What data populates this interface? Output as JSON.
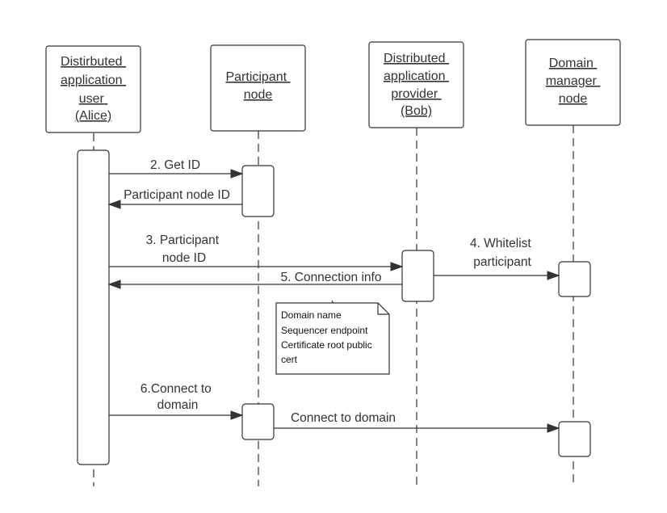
{
  "participants": [
    {
      "id": "alice",
      "lines": [
        "Distirbuted",
        "application",
        "user",
        "(Alice)"
      ]
    },
    {
      "id": "participant_node",
      "lines": [
        "Participant",
        "node"
      ]
    },
    {
      "id": "bob",
      "lines": [
        "Distributed",
        "application",
        "provider",
        "(Bob)"
      ]
    },
    {
      "id": "domain_manager",
      "lines": [
        "Domain",
        "manager",
        "node"
      ]
    }
  ],
  "messages": [
    {
      "id": "get_id",
      "from": "alice",
      "to": "participant_node",
      "lines": [
        "2. Get ID"
      ]
    },
    {
      "id": "participant_node_id_reply",
      "from": "participant_node",
      "to": "alice",
      "lines": [
        "Participant node ID"
      ]
    },
    {
      "id": "send_participant_node_id",
      "from": "alice",
      "to": "bob",
      "lines": [
        "3. Participant",
        "node ID"
      ]
    },
    {
      "id": "whitelist_participant",
      "from": "bob",
      "to": "domain_manager",
      "lines": [
        "4. Whitelist",
        "participant"
      ]
    },
    {
      "id": "connection_info",
      "from": "bob",
      "to": "alice",
      "lines": [
        "5. Connection info"
      ]
    },
    {
      "id": "connect_to_domain_request",
      "from": "alice",
      "to": "participant_node",
      "lines": [
        "6.Connect to",
        "domain"
      ]
    },
    {
      "id": "connect_to_domain",
      "from": "participant_node",
      "to": "domain_manager",
      "lines": [
        "Connect to domain"
      ]
    }
  ],
  "note": {
    "lines": [
      "Domain name",
      "Sequencer endpoint",
      "Certificate root public",
      "cert"
    ]
  }
}
